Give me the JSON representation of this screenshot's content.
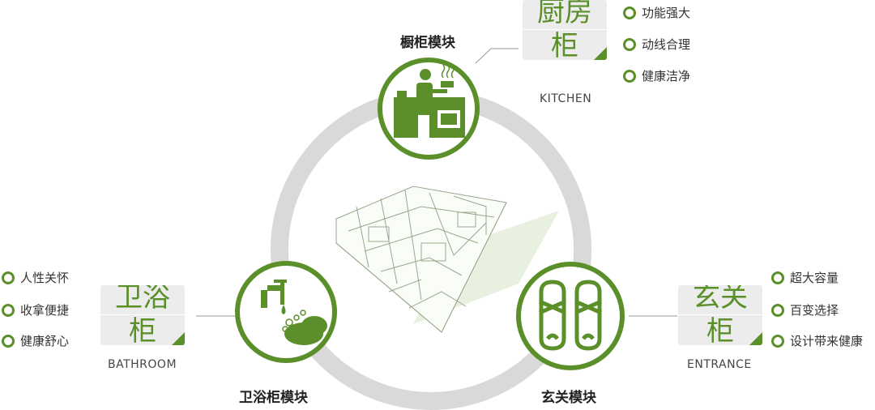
{
  "colors": {
    "accent": "#5a8f2a",
    "ring": "#d9d9d9",
    "card_bg": "#ececec",
    "text": "#333333"
  },
  "kitchen": {
    "module_title": "橱柜模块",
    "card_line1": "厨房",
    "card_line2": "柜",
    "english": "KITCHEN",
    "features": [
      "功能强大",
      "动线合理",
      "健康洁净"
    ],
    "icon": "cooking-person-icon"
  },
  "bathroom": {
    "module_title": "卫浴柜模块",
    "card_line1": "卫浴",
    "card_line2": "柜",
    "english": "BATHROOM",
    "features": [
      "人性关怀",
      "收拿便捷",
      "健康舒心"
    ],
    "icon": "faucet-washing-hands-icon"
  },
  "entrance": {
    "module_title": "玄关模块",
    "card_line1": "玄关",
    "card_line2": "柜",
    "english": "ENTRANCE",
    "features": [
      "超大容量",
      "百变选择",
      "设计带来健康"
    ],
    "icon": "slippers-icon"
  },
  "center_image": "isometric-apartment-floorplan-illustration"
}
